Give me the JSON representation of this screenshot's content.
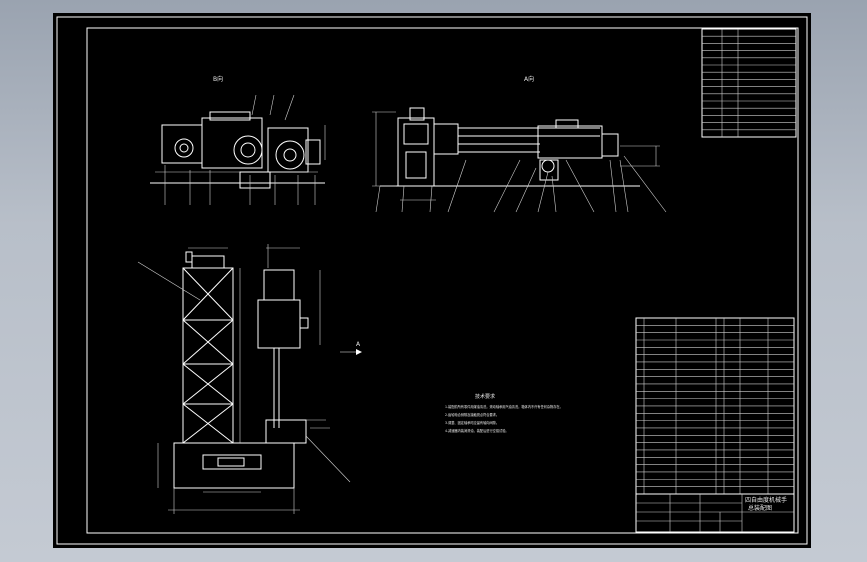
{
  "views": {
    "b_label": "B向",
    "a_label": "A向",
    "arrow_label": "A"
  },
  "tech": {
    "title": "技术要求",
    "lines": [
      "1.装配前所有零件用煤油清洗，滚动轴承用汽油清洗，箱体内不许有任何杂物存在。",
      "2.齿轮啮合侧隙及接触斑点符合要求。",
      "3.调整、固定轴承时应留有轴向间隙。",
      "4.减速器内装润滑油，装配后进行空载试验。"
    ]
  },
  "title_block": {
    "line1": "四自由度机械手",
    "line2": "总装配图"
  },
  "colors": {
    "background": "#000000",
    "line": "#ffffff",
    "frame": "#9aa3b0"
  }
}
